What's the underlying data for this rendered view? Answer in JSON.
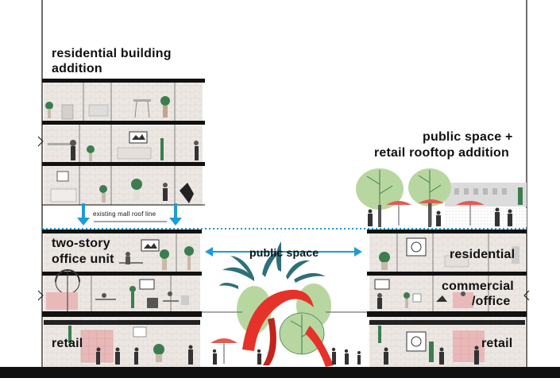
{
  "labels": {
    "residential_addition_line1": "residential building",
    "residential_addition_line2": "addition",
    "rooftop_line1": "public space +",
    "rooftop_line2": "retail rooftop addition",
    "mall_roof_line": "existing mall roof line",
    "office_unit_line1": "two-story",
    "office_unit_line2": "office unit",
    "public_space": "public space",
    "retail_left": "retail",
    "retail_right": "retail",
    "residential_right": "residential",
    "commercial_line1": "commercial",
    "commercial_line2": "/office"
  },
  "colors": {
    "slab": "#111111",
    "wall": "#e8e3df",
    "wall_texture": "#d9d2cc",
    "pink_panel": "#e9b9b9",
    "arrow_blue": "#1f9bd6",
    "plant_green": "#3b7d4f",
    "leaf_light": "#b8d7a0",
    "leaf_teal": "#2e6f7a",
    "sculpture_red": "#e5332a",
    "umbrella_red": "#e45a52"
  }
}
